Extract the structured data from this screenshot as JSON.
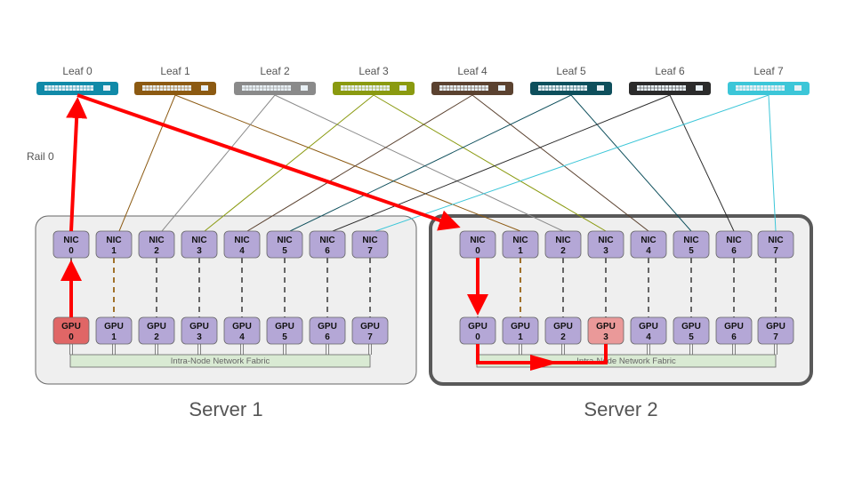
{
  "diagram": {
    "title": "Rail-optimized GPU cluster topology",
    "leaves": [
      {
        "label": "Leaf 0",
        "color": "#118aa8"
      },
      {
        "label": "Leaf 1",
        "color": "#8c5a12"
      },
      {
        "label": "Leaf 2",
        "color": "#8a8a8a"
      },
      {
        "label": "Leaf 3",
        "color": "#8a9a10"
      },
      {
        "label": "Leaf 4",
        "color": "#5b4230"
      },
      {
        "label": "Leaf 5",
        "color": "#0e4f5c"
      },
      {
        "label": "Leaf 6",
        "color": "#2b2b2b"
      },
      {
        "label": "Leaf 7",
        "color": "#3cc6d8"
      }
    ],
    "rail_label": "Rail 0",
    "servers": [
      {
        "label": "Server 1",
        "highlighted": false,
        "nics": [
          "NIC\n0",
          "NIC\n1",
          "NIC\n2",
          "NIC\n3",
          "NIC\n4",
          "NIC\n5",
          "NIC\n6",
          "NIC\n7"
        ],
        "nic_labels": [
          [
            "NIC",
            "0"
          ],
          [
            "NIC",
            "1"
          ],
          [
            "NIC",
            "2"
          ],
          [
            "NIC",
            "3"
          ],
          [
            "NIC",
            "4"
          ],
          [
            "NIC",
            "5"
          ],
          [
            "NIC",
            "6"
          ],
          [
            "NIC",
            "7"
          ]
        ],
        "gpu_labels": [
          [
            "GPU",
            "0"
          ],
          [
            "GPU",
            "1"
          ],
          [
            "GPU",
            "2"
          ],
          [
            "GPU",
            "3"
          ],
          [
            "GPU",
            "4"
          ],
          [
            "GPU",
            "5"
          ],
          [
            "GPU",
            "6"
          ],
          [
            "GPU",
            "7"
          ]
        ],
        "highlighted_gpus": {
          "0": "#e06666"
        },
        "fabric_label": "Intra-Node Network Fabric"
      },
      {
        "label": "Server 2",
        "highlighted": true,
        "nic_labels": [
          [
            "NIC",
            "0"
          ],
          [
            "NIC",
            "1"
          ],
          [
            "NIC",
            "2"
          ],
          [
            "NIC",
            "3"
          ],
          [
            "NIC",
            "4"
          ],
          [
            "NIC",
            "5"
          ],
          [
            "NIC",
            "6"
          ],
          [
            "NIC",
            "7"
          ]
        ],
        "gpu_labels": [
          [
            "GPU",
            "0"
          ],
          [
            "GPU",
            "1"
          ],
          [
            "GPU",
            "2"
          ],
          [
            "GPU",
            "3"
          ],
          [
            "GPU",
            "4"
          ],
          [
            "GPU",
            "5"
          ],
          [
            "GPU",
            "6"
          ],
          [
            "GPU",
            "7"
          ]
        ],
        "highlighted_gpus": {
          "3": "#ea9999"
        },
        "fabric_label": "Intra-Node Network Fabric"
      }
    ],
    "colors": {
      "box_fill": "#b4a7d6",
      "box_stroke": "#666666",
      "server_fill": "#efefef",
      "fabric_fill": "#d9ead3",
      "path_color": "#ff0000"
    },
    "path": [
      "Server 1 GPU 0",
      "Server 1 NIC 0",
      "Leaf 0",
      "Server 2 NIC 0",
      "Server 2 GPU 0",
      "Server 2 GPU 3"
    ]
  }
}
